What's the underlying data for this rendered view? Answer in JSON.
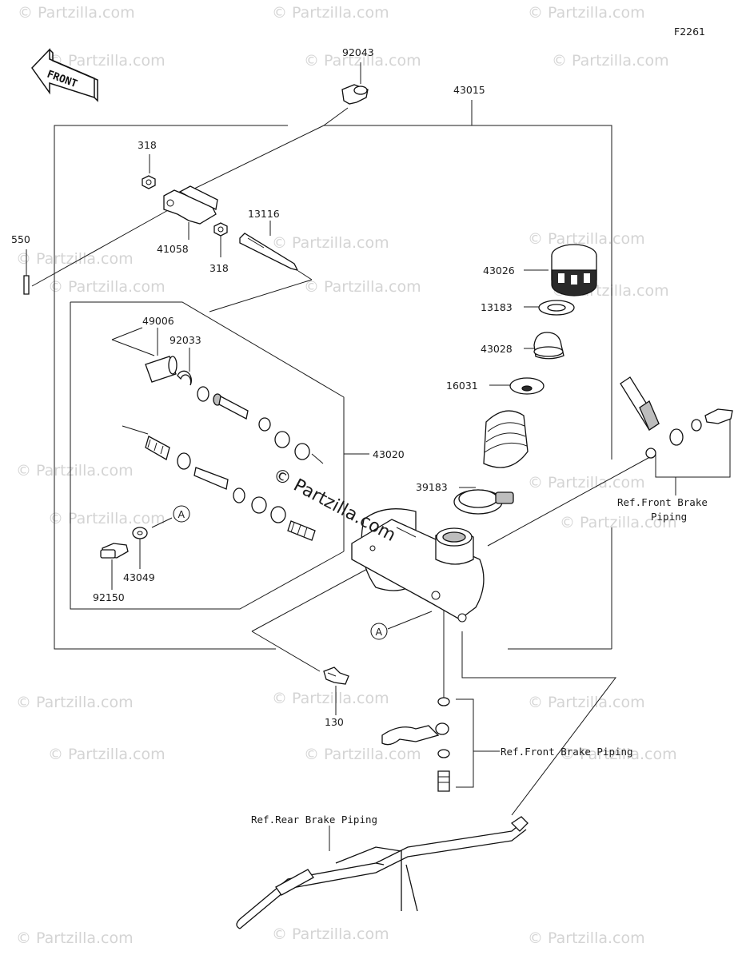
{
  "figure_code": "F2261",
  "front_indicator": "FRONT",
  "watermark_text": "© Partzilla.com",
  "center_watermark": "© Partzilla.com",
  "callout_marker": "A",
  "parts": {
    "p92043": "92043",
    "p43015": "43015",
    "p318a": "318",
    "p41058": "41058",
    "p318b": "318",
    "p13116": "13116",
    "p550": "550",
    "p43026": "43026",
    "p13183": "13183",
    "p43028": "43028",
    "p16031": "16031",
    "p49006": "49006",
    "p92033": "92033",
    "p43020": "43020",
    "p39183": "39183",
    "p43049": "43049",
    "p92150": "92150",
    "p130": "130"
  },
  "references": {
    "front_brake_piping_1_line1": "Ref.Front Brake",
    "front_brake_piping_1_line2": "Piping",
    "front_brake_piping_2": "Ref.Front Brake Piping",
    "rear_brake_piping": "Ref.Rear Brake Piping"
  }
}
